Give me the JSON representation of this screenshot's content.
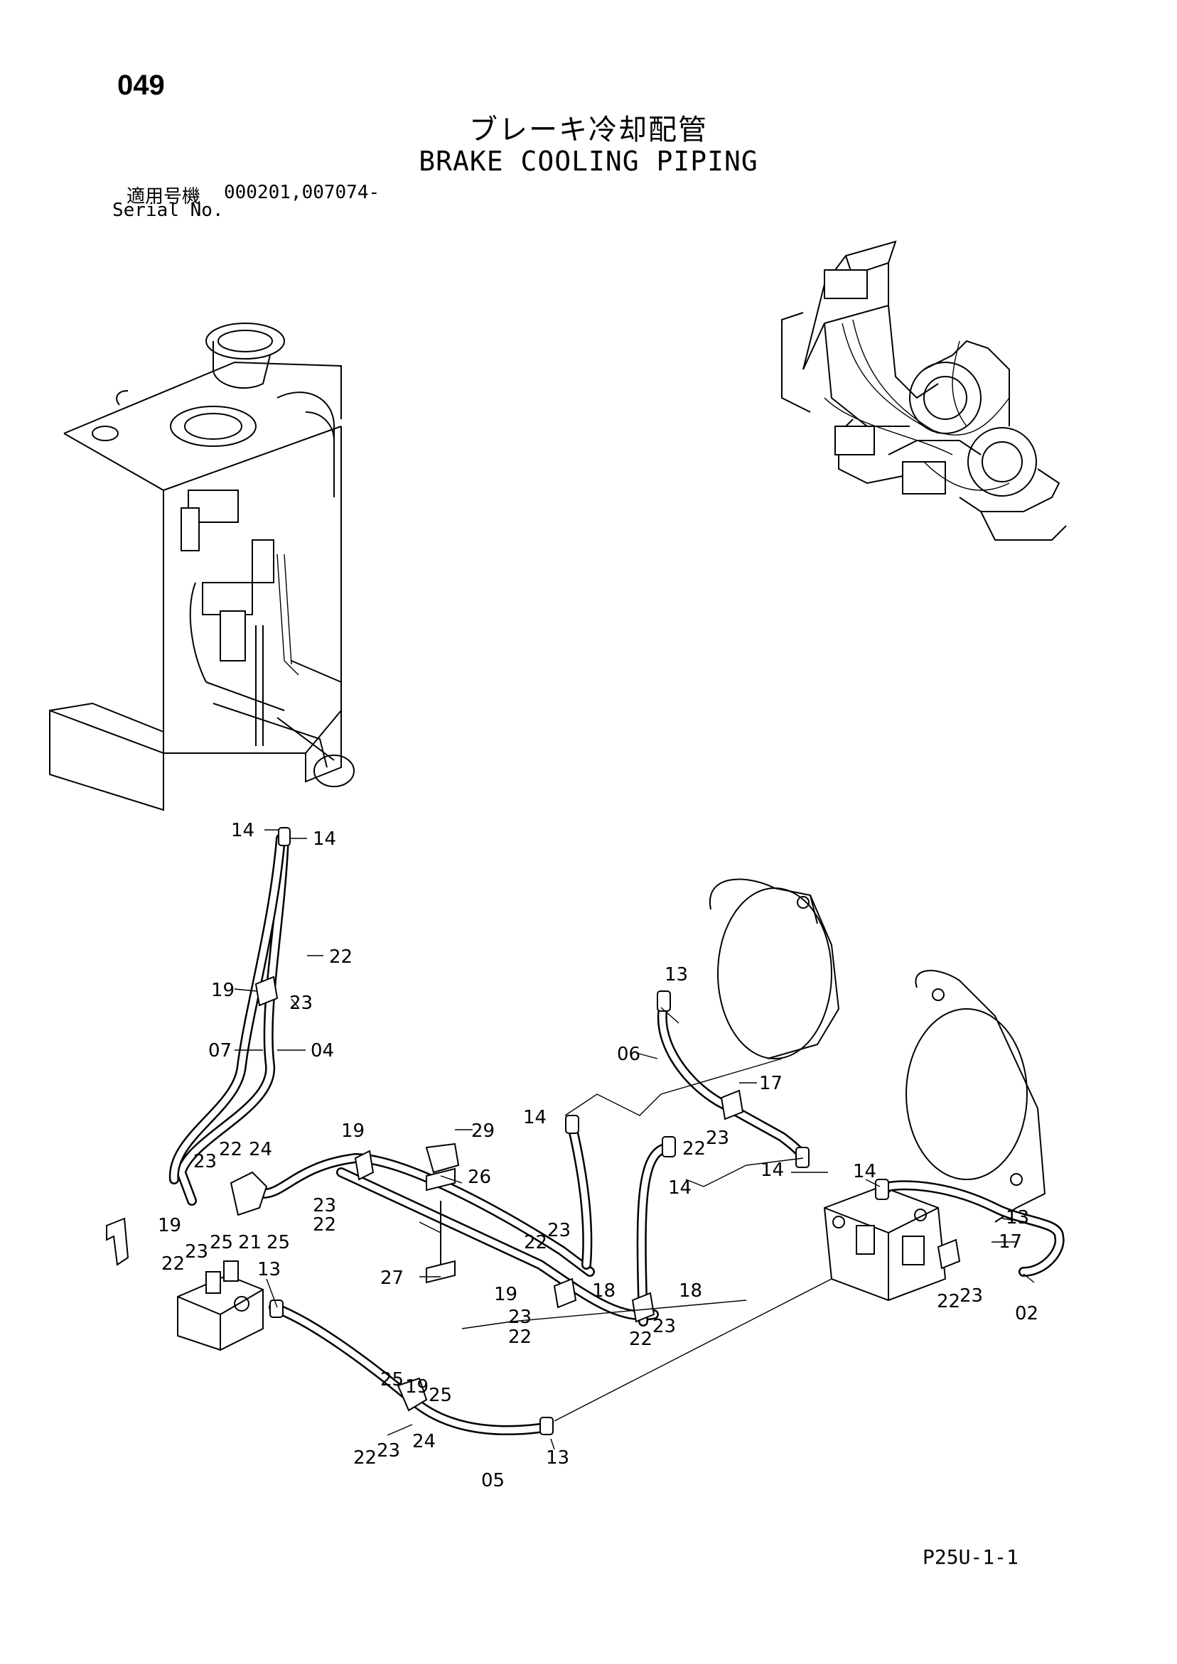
{
  "header": {
    "page_number": "049",
    "title_jp": "ブレーキ冷却配管",
    "title_en": "BRAKE COOLING PIPING",
    "serial_label_jp": "適用号機",
    "serial_numbers": "000201,007074-",
    "serial_label_en": "Serial No."
  },
  "footer": {
    "code": "P25U-1-1"
  },
  "callouts": [
    "14",
    "14",
    "22",
    "19",
    "23",
    "07",
    "04",
    "23",
    "22",
    "24",
    "19",
    "23",
    "22",
    "25",
    "21",
    "25",
    "19",
    "29",
    "26",
    "23",
    "22",
    "27",
    "14",
    "22",
    "23",
    "18",
    "19",
    "23",
    "22",
    "13",
    "06",
    "17",
    "22",
    "23",
    "14",
    "14",
    "18",
    "23",
    "22",
    "14",
    "13",
    "17",
    "22",
    "23",
    "02",
    "13",
    "25",
    "19",
    "25",
    "22",
    "23",
    "24",
    "05",
    "13"
  ]
}
